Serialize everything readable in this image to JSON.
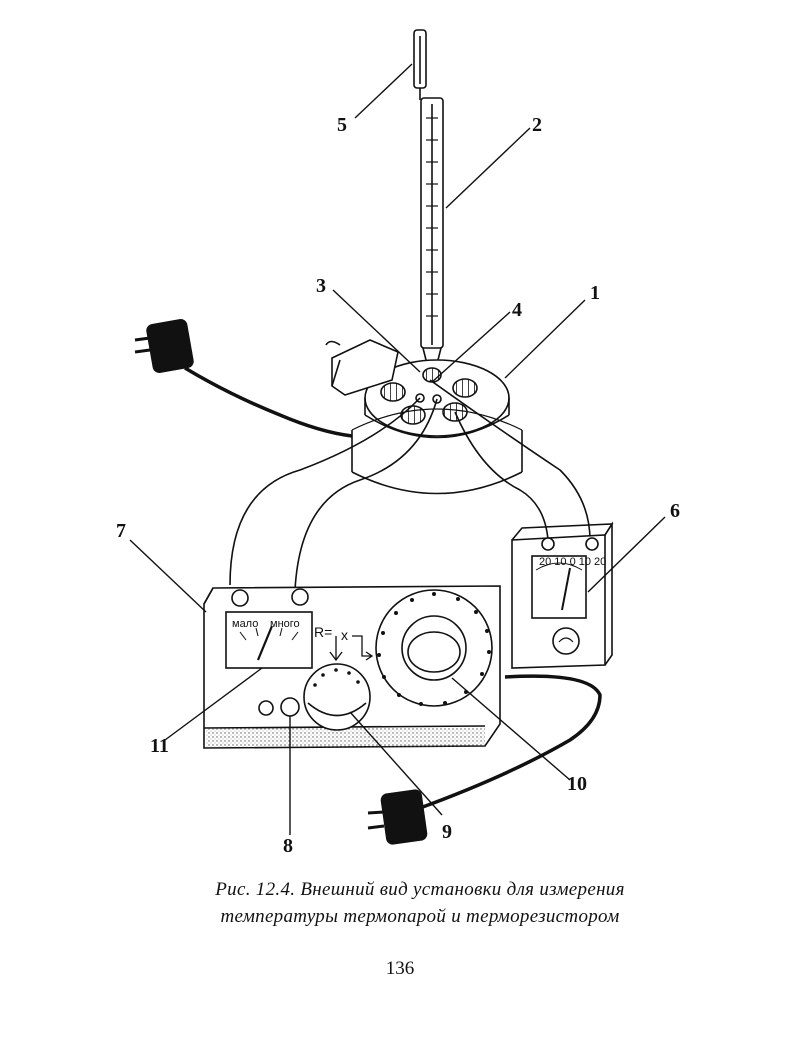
{
  "figure": {
    "labels": {
      "n1": "1",
      "n2": "2",
      "n3": "3",
      "n4": "4",
      "n5": "5",
      "n6": "6",
      "n7": "7",
      "n8": "8",
      "n9": "9",
      "n10": "10",
      "n11": "11"
    },
    "meter_left": "мало",
    "meter_right": "много",
    "formula_r": "R=",
    "formula_x": "x"
  },
  "caption": {
    "line1": "Рис. 12.4. Внешний вид установки для измерения",
    "line2": "температуры термопарой и терморезистором"
  },
  "page_number": "136"
}
